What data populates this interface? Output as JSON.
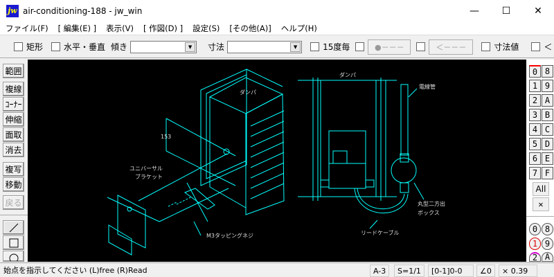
{
  "window": {
    "title": "air-conditioning-188 - jw_win",
    "logo": "jw",
    "minimize": "—",
    "maximize": "☐",
    "close": "✕"
  },
  "menu": [
    "ファイル(F)",
    "[ 編集(E) ]",
    "表示(V)",
    "[ 作図(D) ]",
    "設定(S)",
    "[その他(A)]",
    "ヘルプ(H)"
  ],
  "toolbar": {
    "rect": "矩形",
    "hv": "水平・垂直",
    "tilt": "傾き",
    "dim": "寸法",
    "deg15": "15度毎",
    "dot_btn": "●－－－",
    "arrow_btn": "＜－－－",
    "dimval": "寸法値",
    "lt": "＜"
  },
  "left_tools": [
    "範囲",
    "複線",
    "ｺｰﾅｰ",
    "伸縮",
    "面取",
    "消去",
    "複写",
    "移動",
    "戻る"
  ],
  "draw_tools": [
    "line-tool",
    "rect-tool",
    "circle-tool"
  ],
  "layers": {
    "left": [
      "0",
      "1",
      "2",
      "3",
      "4",
      "5",
      "6",
      "7"
    ],
    "right": [
      "8",
      "9",
      "A",
      "B",
      "C",
      "D",
      "E",
      "F"
    ],
    "all": "All",
    "x": "✕"
  },
  "layer_groups": [
    "0",
    "8",
    "1",
    "9",
    "2",
    "A"
  ],
  "drawing": {
    "damper1": "ダンパ",
    "dim153": "153",
    "bracket1": "ユニバーサル",
    "bracket2": "ブラケット",
    "screw": "M3タッピングネジ",
    "damper2": "ダンパ",
    "conduit": "電線管",
    "box1": "丸型二方出",
    "box2": "ボックス",
    "cable": "リードケーブル"
  },
  "status": {
    "message": "始点を指示してください (L)free (R)Read",
    "paper": "A-3",
    "scale": "S=1/1",
    "layer": "[0-1]0-0",
    "angle": "∠0",
    "zoom": "× 0.39"
  },
  "colors": {
    "line": "#00ffff",
    "canvas": "#000000",
    "active": "#ff0000"
  }
}
